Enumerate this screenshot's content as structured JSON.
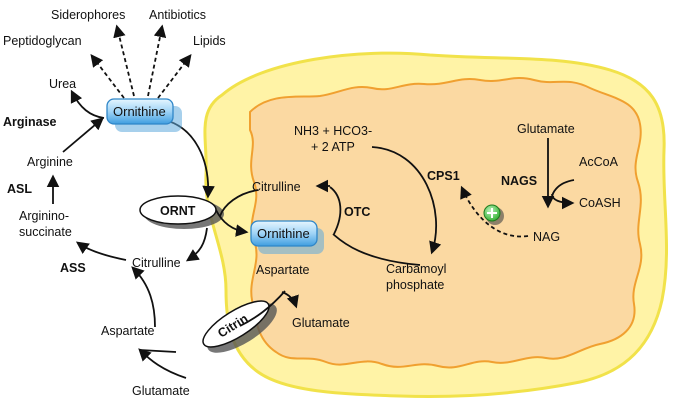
{
  "labels": {
    "siderophores": "Siderophores",
    "antibiotics": "Antibiotics",
    "peptidoglycan": "Peptidoglycan",
    "lipids": "Lipids",
    "urea": "Urea",
    "arginase": "Arginase",
    "arginine": "Arginine",
    "asl": "ASL",
    "argininosuccinate_1": "Arginino-",
    "argininosuccinate_2": "succinate",
    "ass": "ASS",
    "citrulline_cyto": "Citrulline",
    "aspartate_cyto": "Aspartate",
    "glutamate_cyto": "Glutamate",
    "ornithine_cyto": "Ornithine",
    "ornt": "ORNT",
    "citrin": "Citrin",
    "ornithine_mito": "Ornithine",
    "citrulline_mito": "Citrulline",
    "otc": "OTC",
    "aspartate_mito": "Aspartate",
    "glutamate_mito": "Glutamate",
    "nh3_hco3": "NH3 + HCO3-",
    "atp": "+ 2 ATP",
    "cps1": "CPS1",
    "carbamoyl_1": "Carbamoyl",
    "carbamoyl_2": "phosphate",
    "glutamate_mito_top": "Glutamate",
    "nags": "NAGS",
    "acoa": "AcCoA",
    "coash": "CoASH",
    "nag": "NAG",
    "plus": "+"
  },
  "colors": {
    "mito_outer": "#fff3a6",
    "mito_outer_stroke": "#f1e24a",
    "mito_inner": "#fbd9a2",
    "mito_inner_stroke": "#f0a030",
    "ornithine_box": "#5fb2ec",
    "ornithine_box_light": "#d2ecfc",
    "activator": "#3fbd3f"
  }
}
